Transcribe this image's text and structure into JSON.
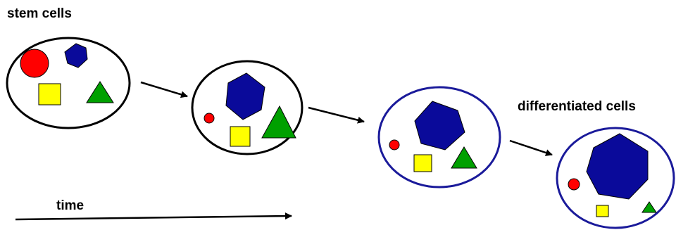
{
  "labels": {
    "stem_cells": "stem cells",
    "differentiated_cells": "differentiated cells",
    "time": "time"
  },
  "colors": {
    "red": "#ff0000",
    "blue": "#0a0a9a",
    "yellow": "#ffff00",
    "green": "#00a000",
    "stem_outline": "#000000",
    "differentiated_outline": "#1a1a9a"
  },
  "cells": [
    {
      "stage": "stem",
      "outline": "black"
    },
    {
      "stage": "intermediate",
      "outline": "black"
    },
    {
      "stage": "intermediate",
      "outline": "blue"
    },
    {
      "stage": "differentiated",
      "outline": "blue"
    }
  ]
}
